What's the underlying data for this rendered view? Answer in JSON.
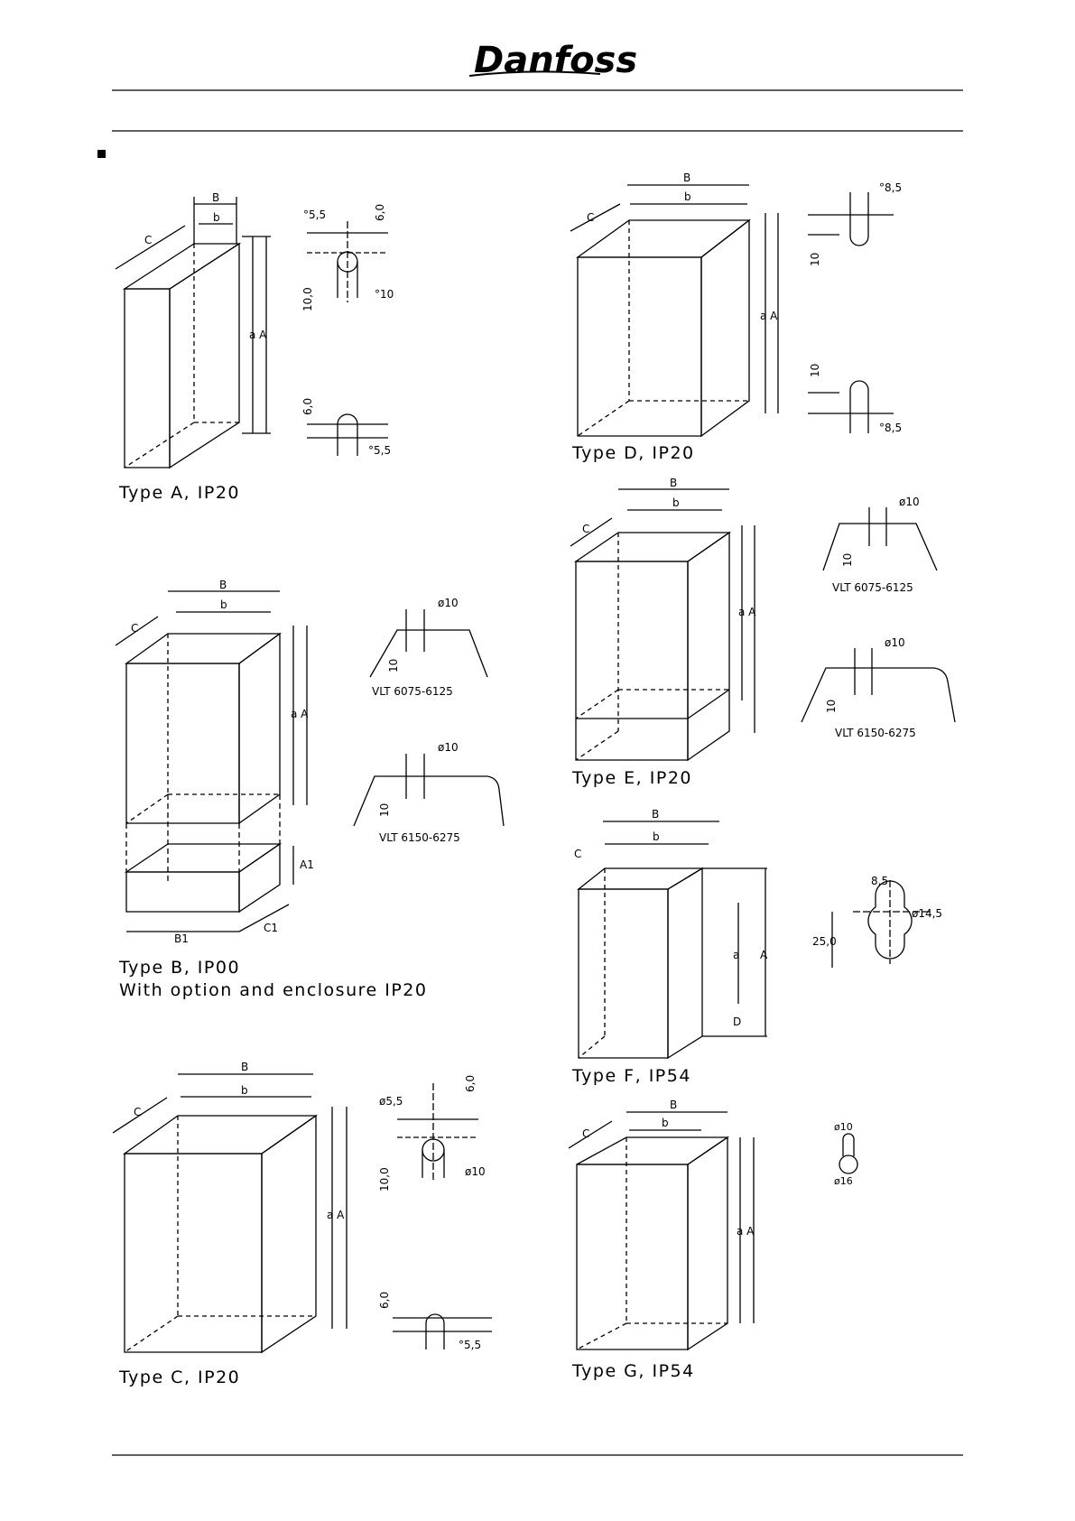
{
  "header": {
    "logo_text": "Danfoss"
  },
  "labels": {
    "B": "B",
    "b": "b",
    "C": "C",
    "aA": "a A",
    "A1": "A1",
    "B1": "B1",
    "C1": "C1",
    "a": "a",
    "A": "A",
    "D": "D"
  },
  "dims": {
    "d55": "°5,5",
    "d60": "6,0",
    "d100": "10,0",
    "d10": "°10",
    "d85": "°8,5",
    "ten": "10",
    "o10": "ø10",
    "o55": "ø5,5",
    "o145": "ø14,5",
    "o16": "ø16",
    "v85": "8,5",
    "v250": "25,0"
  },
  "vlt": {
    "small": "VLT 6075-6125",
    "large": "VLT 6150-6275"
  },
  "captions": {
    "typeA": "Type A, IP20",
    "typeB": "Type B, IP00",
    "typeB2": "With option and enclosure IP20",
    "typeC": "Type C, IP20",
    "typeD": "Type D, IP20",
    "typeE": "Type E, IP20",
    "typeF": "Type F, IP54",
    "typeG": "Type G, IP54"
  }
}
